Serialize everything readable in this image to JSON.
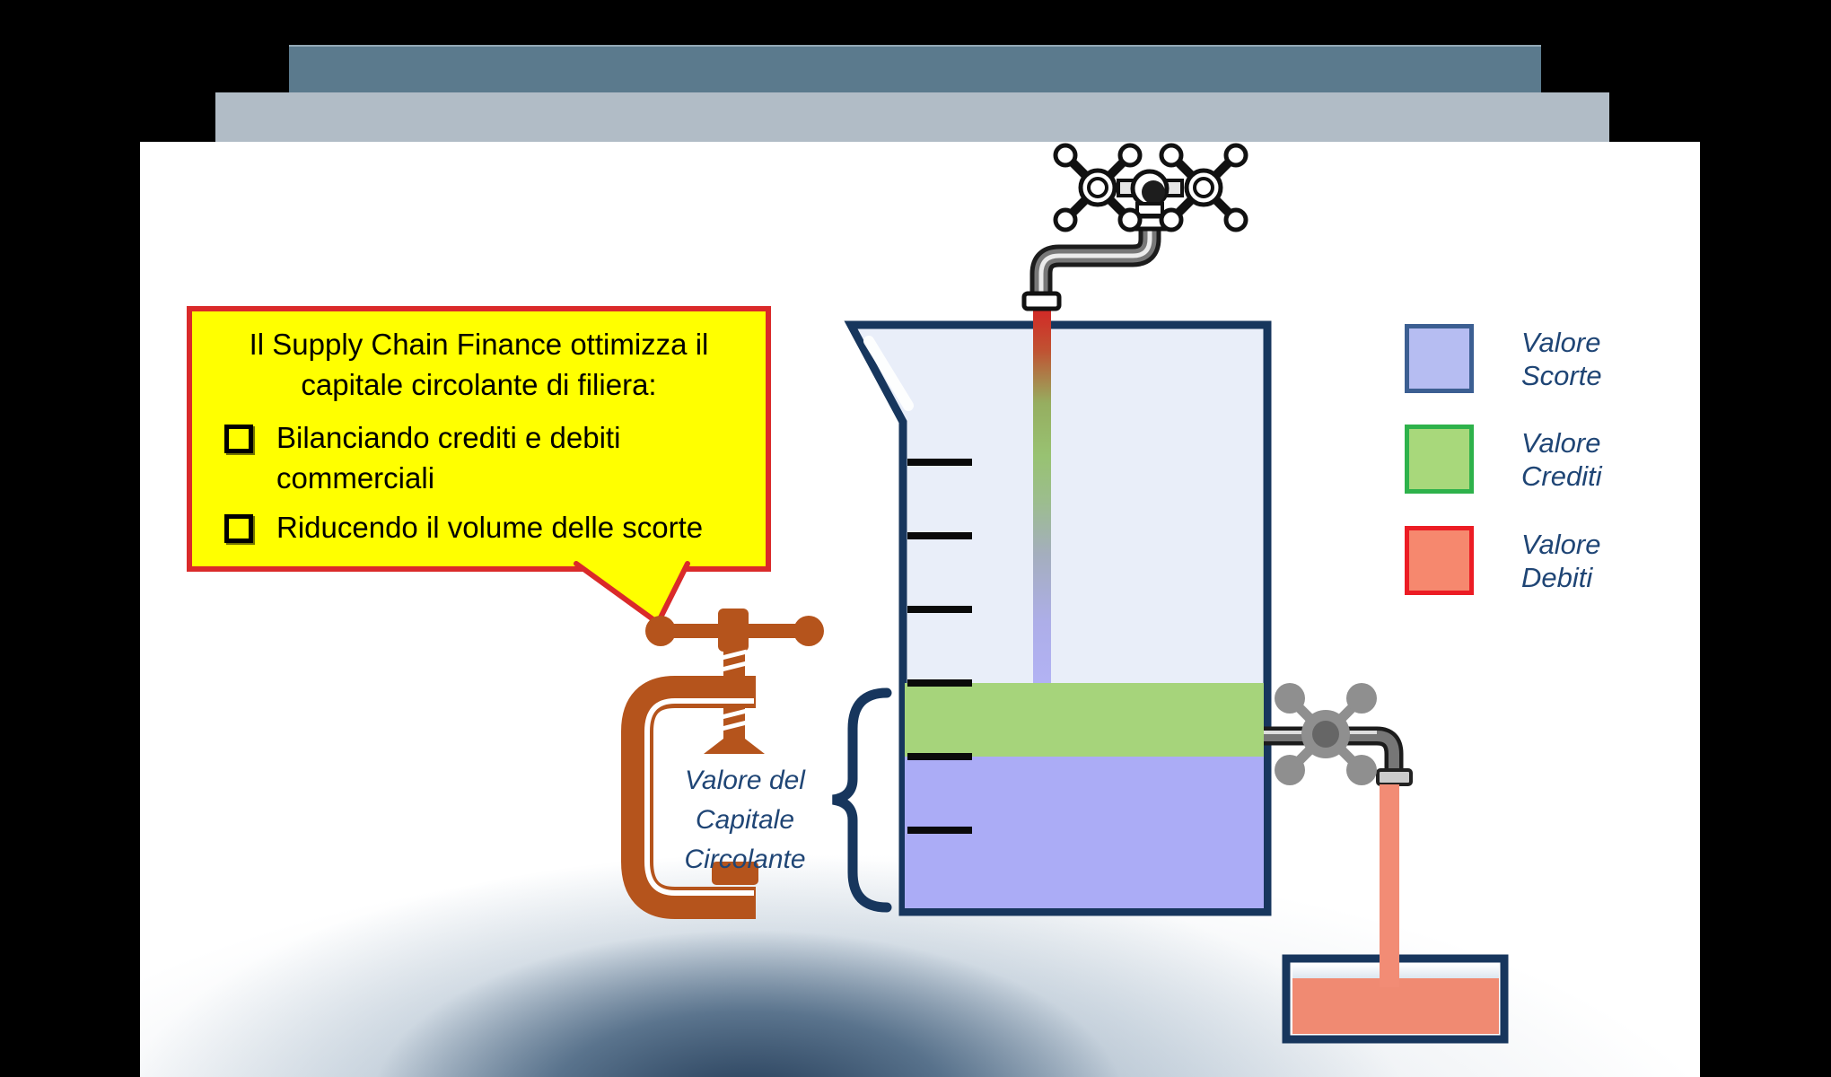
{
  "slide": {
    "background_color": "#ffffff",
    "deck_bars": {
      "back_color": "#5b7a8d",
      "front_color": "#b1bcc6"
    },
    "vignette_color": "#2c4a6e"
  },
  "callout": {
    "fill_color": "#ffff00",
    "border_color": "#da2a2a",
    "heading_line1": "Il Supply Chain Finance ottimizza il",
    "heading_line2": "capitale circolante di filiera:",
    "bullets": [
      "Bilanciando crediti e debiti commerciali",
      "Riducendo il volume delle scorte"
    ]
  },
  "clamp": {
    "color": "#b5541c",
    "label_line1": "Valore del",
    "label_line2": "Capitale",
    "label_line3": "Circolante",
    "label_color": "#1f4575"
  },
  "beaker": {
    "outline_color": "#17365d",
    "empty_fill": "#e9eef9",
    "green_layer_color": "#a6d47b",
    "blue_layer_color": "#abacf6",
    "tick_count": 6
  },
  "streams": {
    "inflow_gradient_top": "#d42525",
    "inflow_gradient_middle": "#98c272",
    "inflow_gradient_bottom": "#b2b2f4",
    "outflow_color": "#f28c75"
  },
  "tray": {
    "fill_color": "#f08a72",
    "border_color": "#17365d"
  },
  "legend": {
    "text_color": "#1f4575",
    "items": [
      {
        "line1": "Valore",
        "line2": "Scorte",
        "fill": "#b6bdf2",
        "border": "#3c5f92"
      },
      {
        "line1": "Valore",
        "line2": "Crediti",
        "fill": "#a8d87b",
        "border": "#2eb24b"
      },
      {
        "line1": "Valore",
        "line2": "Debiti",
        "fill": "#f6886e",
        "border": "#ec1c24"
      }
    ]
  },
  "icons": {
    "top_faucet": "faucet-icon",
    "side_tap": "tap-icon",
    "clamp": "c-clamp-icon",
    "brace": "curly-brace"
  }
}
